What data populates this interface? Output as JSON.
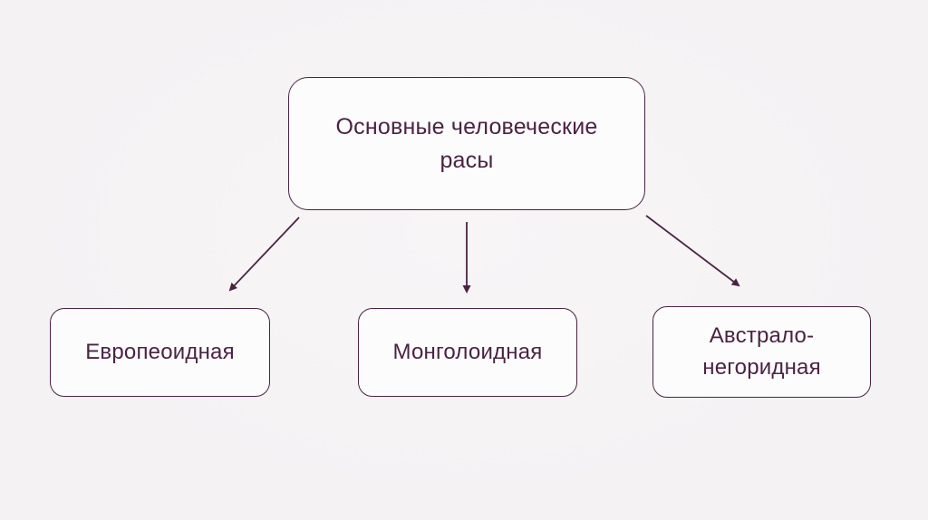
{
  "diagram": {
    "root": {
      "label": "Основные человеческие расы"
    },
    "children": [
      {
        "label": "Европеоидная"
      },
      {
        "label": "Монголоидная"
      },
      {
        "label": "Австрало-негоридная"
      }
    ]
  },
  "colors": {
    "accent": "#4a2343",
    "background": "#f4f2f3",
    "box_fill": "#fdfcfd"
  }
}
